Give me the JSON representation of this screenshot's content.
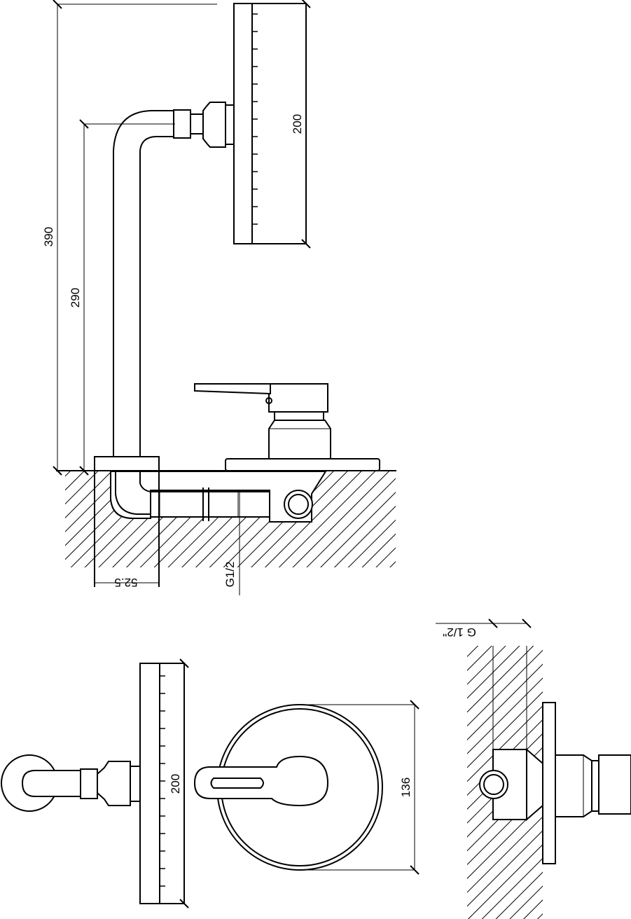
{
  "side_view": {
    "dim_total_height": "390",
    "dim_arm_height": "290",
    "dim_head_length": "200",
    "dim_wall_depth": "52.5",
    "dim_thread": "G1/2"
  },
  "top_view": {
    "dim_head_length": "200",
    "dim_plate_diameter": "136"
  },
  "section_view": {
    "dim_thread": "G 1/2\""
  }
}
